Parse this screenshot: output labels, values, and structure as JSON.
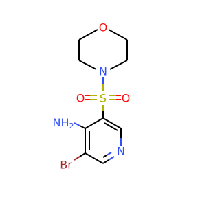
{
  "molecule": {
    "atoms": {
      "morpholine_oxygen": "O",
      "morpholine_nitrogen": "N",
      "sulfur": "S",
      "sulfonyl_oxygen_left": "O",
      "sulfonyl_oxygen_right": "O",
      "amine": "NH",
      "amine_h2": "2",
      "pyridine_nitrogen": "N",
      "bromine": "Br"
    },
    "colors": {
      "carbon_bond": "#000000",
      "nitrogen": "#3050f8",
      "oxygen": "#ff0d0d",
      "sulfur": "#b2b200",
      "bromine": "#a62929",
      "background": "#ffffff"
    }
  }
}
